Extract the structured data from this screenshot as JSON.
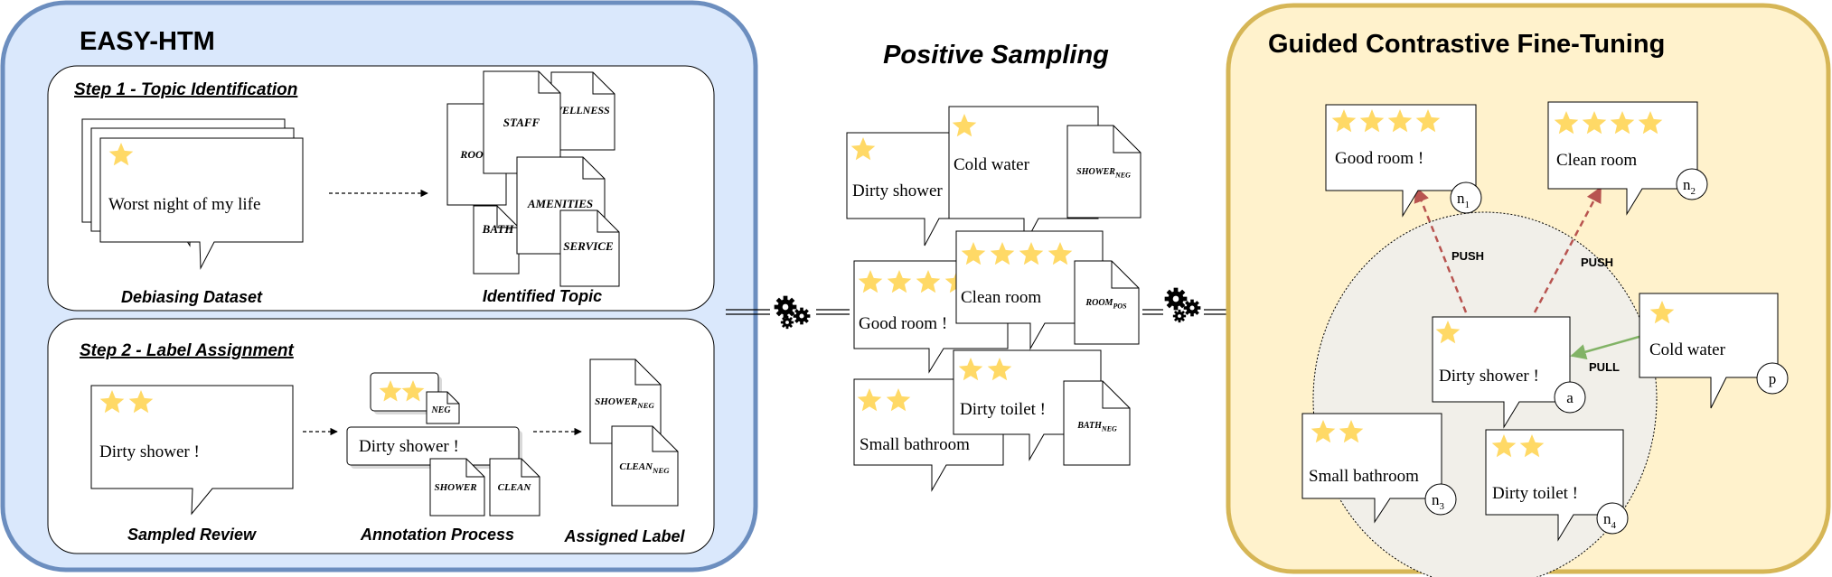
{
  "panels": {
    "easy_htm": {
      "title": "EASY-HTM",
      "step1": {
        "title": "Step 1 - Topic Identification",
        "review_text": "Worst night of my life",
        "review_stars": 1,
        "caption_left": "Debiasing Dataset",
        "caption_right": "Identified Topic",
        "topic_docs": [
          "ROO",
          "WELLNESS",
          "STAFF",
          "BATH",
          "AMENITIES",
          "SERVICE"
        ]
      },
      "step2": {
        "title": "Step 2 - Label Assignment",
        "review_text": "Dirty shower !",
        "review_stars": 2,
        "annot_stars": 2,
        "annot_neg": "NEG",
        "annot_review": "Dirty shower !",
        "annot_docs": [
          "SHOWER",
          "CLEAN"
        ],
        "label_docs": [
          {
            "base": "SHOWER",
            "sub": "NEG"
          },
          {
            "base": "CLEAN",
            "sub": "NEG"
          }
        ],
        "caption_left": "Sampled Review",
        "caption_mid": "Annotation Process",
        "caption_right": "Assigned Label"
      }
    },
    "positive_sampling": {
      "title": "Positive Sampling",
      "rows": [
        {
          "back": {
            "text": "Dirty shower !",
            "stars": 1
          },
          "front": {
            "text": "Cold water",
            "stars": 1
          },
          "doc": {
            "base": "SHOWER",
            "sub": "NEG"
          }
        },
        {
          "back": {
            "text": "Good room !",
            "stars": 4
          },
          "front": {
            "text": "Clean room",
            "stars": 4
          },
          "doc": {
            "base": "ROOM",
            "sub": "POS"
          }
        },
        {
          "back": {
            "text": "Small bathroom",
            "stars": 2
          },
          "front": {
            "text": "Dirty toilet !",
            "stars": 2
          },
          "doc": {
            "base": "BATH",
            "sub": "NEG"
          }
        }
      ]
    },
    "guided_contrastive": {
      "title": "Guided Contrastive Fine-Tuning",
      "nodes": [
        {
          "id": "n1",
          "text": "Good room !",
          "stars": 4,
          "tag": "n",
          "tag_sub": "1"
        },
        {
          "id": "n2",
          "text": "Clean room",
          "stars": 4,
          "tag": "n",
          "tag_sub": "2"
        },
        {
          "id": "a",
          "text": "Dirty shower !",
          "stars": 1,
          "tag": "a",
          "tag_sub": ""
        },
        {
          "id": "p",
          "text": "Cold water",
          "stars": 1,
          "tag": "p",
          "tag_sub": ""
        },
        {
          "id": "n3",
          "text": "Small bathroom",
          "stars": 2,
          "tag": "n",
          "tag_sub": "3"
        },
        {
          "id": "n4",
          "text": "Dirty toilet !",
          "stars": 2,
          "tag": "n",
          "tag_sub": "4"
        }
      ],
      "labels": {
        "push": "PUSH",
        "pull": "PULL"
      }
    }
  },
  "colors": {
    "blue_fill": "#dae8fc",
    "blue_stroke": "#6c8ebf",
    "yellow_fill": "#fff2cc",
    "yellow_stroke": "#d6b656",
    "star": "#ffd966",
    "ellipse_fill": "#f1efe9",
    "push_arrow": "#b85450",
    "pull_arrow": "#82b366"
  }
}
